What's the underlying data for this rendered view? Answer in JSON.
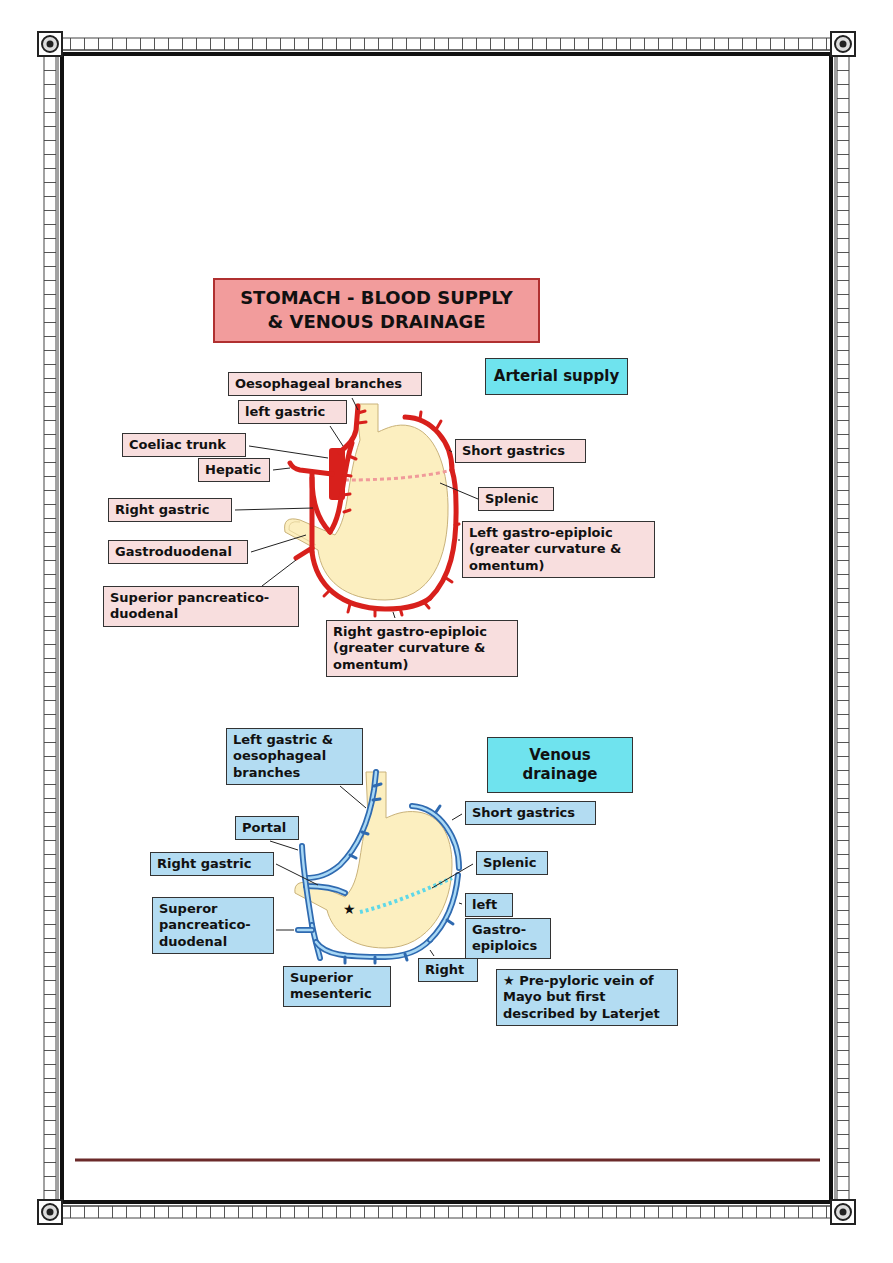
{
  "diagram": {
    "title": "STOMACH - BLOOD SUPPLY & VENOUS DRAINAGE",
    "nodes": [
      {
        "text": [
          "Oesophageal branches"
        ]
      },
      {
        "text": [
          "Arterial supply"
        ]
      },
      {
        "text": [
          "left gastric"
        ]
      },
      {
        "text": [
          "Coeliac trunk"
        ]
      },
      {
        "text": [
          "Short gastrics"
        ]
      },
      {
        "text": [
          "Hepatic"
        ]
      },
      {
        "text": [
          "Splenic"
        ]
      },
      {
        "text": [
          "Right gastric"
        ]
      },
      {
        "text": [
          "Left gastro-epiploic (greater curvature & omentum)"
        ]
      },
      {
        "text": [
          "Gastroduodenal"
        ]
      },
      {
        "text": [
          "Superior pancreatico-duodenal"
        ]
      },
      {
        "text": [
          "Right gastro-epiploic (greater curvature & omentum)"
        ]
      },
      {
        "text": [
          "Left gastric & oesophageal branches"
        ]
      },
      {
        "text": [
          "Venous drainage"
        ]
      },
      {
        "text": [
          "Short gastrics"
        ]
      },
      {
        "text": [
          "Portal"
        ]
      },
      {
        "text": [
          "Right gastric"
        ]
      },
      {
        "text": [
          "Splenic"
        ]
      },
      {
        "text": [
          "left"
        ]
      },
      {
        "text": [
          "Superor pancreatico-duodenal"
        ]
      },
      {
        "text": [
          "Gastro-epiploics"
        ]
      },
      {
        "text": [
          "Right"
        ]
      },
      {
        "text": [
          "Superior mesenteric"
        ]
      },
      {
        "text": [
          "★ Pre-pyloric vein of Mayo but first described by Laterjet"
        ]
      }
    ],
    "labels": [
      "★"
    ]
  }
}
